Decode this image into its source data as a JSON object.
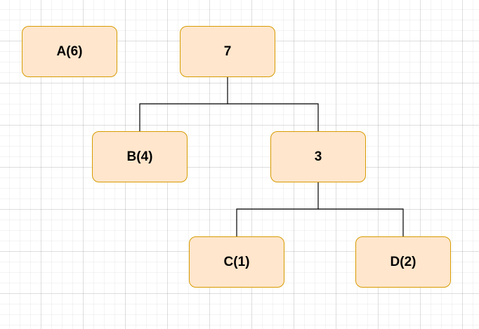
{
  "diagram": {
    "nodes": {
      "a": {
        "label": "A(6)"
      },
      "seven": {
        "label": "7"
      },
      "b": {
        "label": "B(4)"
      },
      "three": {
        "label": "3"
      },
      "c": {
        "label": "C(1)"
      },
      "d": {
        "label": "D(2)"
      }
    },
    "edges": [
      {
        "from": "seven",
        "to": "b"
      },
      {
        "from": "seven",
        "to": "three"
      },
      {
        "from": "three",
        "to": "c"
      },
      {
        "from": "three",
        "to": "d"
      }
    ],
    "colors": {
      "node_fill": "#ffe6cc",
      "node_stroke": "#d79b00",
      "edge": "#000000",
      "text": "#000000"
    }
  }
}
